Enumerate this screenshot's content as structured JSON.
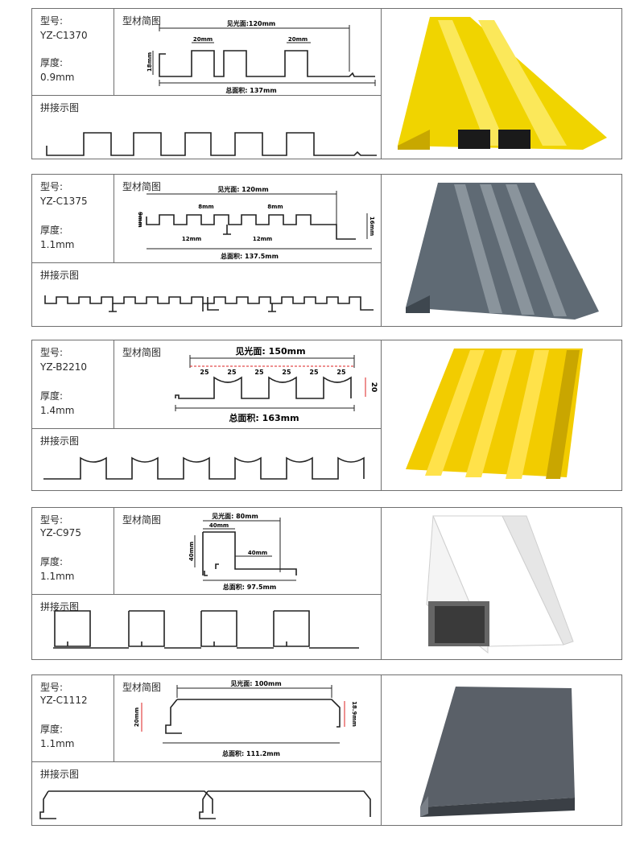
{
  "labels": {
    "model": "型号:",
    "thickness": "厚度:",
    "profile": "型材简图",
    "splice": "拼接示图"
  },
  "products": [
    {
      "model": "YZ-C1370",
      "thickness": "0.9mm",
      "dims": {
        "visible": "见光面:120mm",
        "total": "总面积: 137mm",
        "w1": "20mm",
        "w2": "20mm",
        "h": "18mm"
      },
      "photo": {
        "color": "#f0d400",
        "dark": "#c8a800",
        "light": "#fbe85a"
      }
    },
    {
      "model": "YZ-C1375",
      "thickness": "1.1mm",
      "dims": {
        "visible": "见光面: 120mm",
        "total": "总面积: 137.5mm",
        "w1": "8mm",
        "w2": "8mm",
        "b1": "12mm",
        "b2": "12mm",
        "h1": "9mm",
        "h2": "16mm"
      },
      "photo": {
        "color": "#5f6a74",
        "dark": "#3e474f",
        "light": "#8a949c"
      }
    },
    {
      "model": "YZ-B2210",
      "thickness": "1.4mm",
      "dims": {
        "visible": "见光面: 150mm",
        "total": "总面积: 163mm",
        "seg": "25",
        "h": "20"
      },
      "photo": {
        "color": "#f2cc00",
        "dark": "#c9a600",
        "light": "#ffe24a"
      }
    },
    {
      "model": "YZ-C975",
      "thickness": "1.1mm",
      "dims": {
        "visible": "见光面: 80mm",
        "total": "总面积: 97.5mm",
        "w1": "40mm",
        "w2": "40mm",
        "h": "40mm"
      },
      "photo": {
        "color": "#f4f4f4",
        "dark": "#cfcfcf",
        "light": "#ffffff"
      }
    },
    {
      "model": "YZ-C1112",
      "thickness": "1.1mm",
      "dims": {
        "visible": "见光面: 100mm",
        "total": "总面积: 111.2mm",
        "h1": "20mm",
        "h2": "18.9mm"
      },
      "photo": {
        "color": "#5a6068",
        "dark": "#3a3f45",
        "light": "#7a8088"
      }
    }
  ]
}
